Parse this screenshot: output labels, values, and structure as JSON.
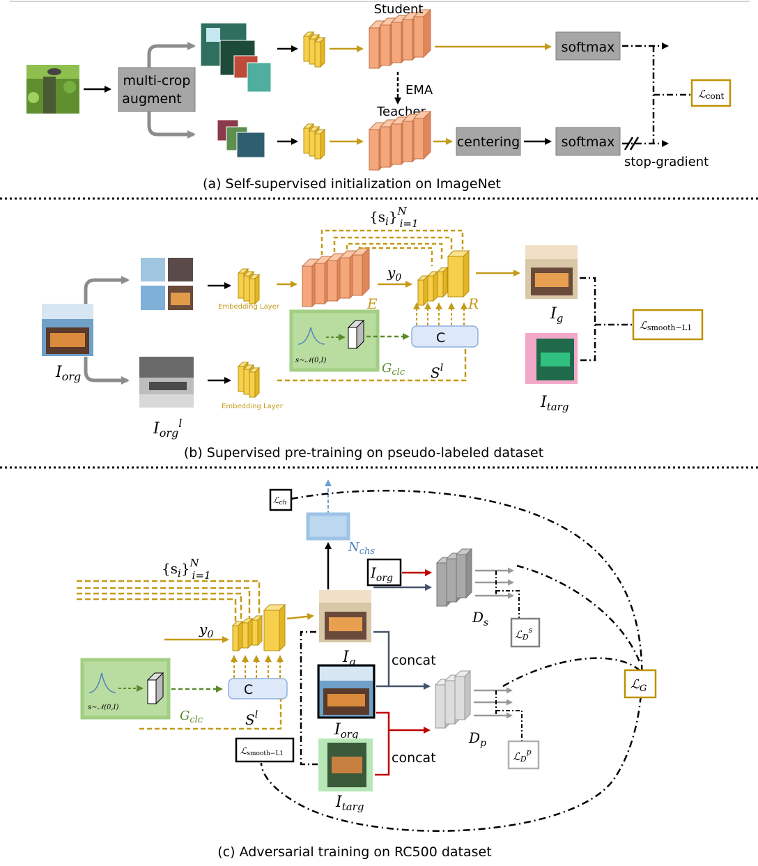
{
  "panel_a": {
    "caption": "(a) Self-supervised initialization on ImageNet",
    "student_label": "Student",
    "teacher_label": "Teacher",
    "ema_label": "EMA",
    "augment_label_1": "multi-crop",
    "augment_label_2": "augment",
    "softmax_student": "softmax",
    "softmax_teacher": "softmax",
    "centering": "centering",
    "stop_gradient": "stop-gradient",
    "loss_cont_base": "ℒ",
    "loss_cont_sub": "cont"
  },
  "panel_b": {
    "caption": "(b) Supervised pre-training on pseudo-labeled dataset",
    "style_set": "{s",
    "style_set_sub": "i",
    "style_set_close": "}",
    "style_set_sup": "N",
    "style_set_range": "i=1",
    "embedding_layer_top": "Embedding Layer",
    "embedding_layer_bottom": "Embedding Layer",
    "y0": "y",
    "y0_sub": "0",
    "encoder": "E",
    "recon": "R",
    "noise": "s∼𝒩(0,I)",
    "gclc": "G",
    "gclc_sub": "clc",
    "c_block": "C",
    "sl": "S",
    "sl_sup": "l",
    "i_org": "I",
    "i_org_sub": "org",
    "i_org_l": "I",
    "i_org_l_sub": "org",
    "i_org_l_sup": "l",
    "i_g": "I",
    "i_g_sub": "g",
    "i_targ": "I",
    "i_targ_sub": "targ",
    "loss_smooth_base": "ℒ",
    "loss_smooth_sub": "smooth−L1"
  },
  "panel_c": {
    "caption": "(c) Adversarial training on RC500 dataset",
    "loss_ch_base": "ℒ",
    "loss_ch_sub": "ch",
    "n_chs": "N",
    "n_chs_sub": "chs",
    "style_set": "{s",
    "style_set_sub": "i",
    "style_set_close": "}",
    "style_set_sup": "N",
    "style_set_range": "i=1",
    "y0": "y",
    "y0_sub": "0",
    "noise": "s∼𝒩(0,I)",
    "gclc": "G",
    "gclc_sub": "clc",
    "c_block": "C",
    "sl": "S",
    "sl_sup": "l",
    "i_org_box": "I",
    "i_org_box_sub": "org",
    "i_g": "I",
    "i_g_sub": "g",
    "i_org": "I",
    "i_org_sub": "org",
    "i_targ": "I",
    "i_targ_sub": "targ",
    "concat_1": "concat",
    "concat_2": "concat",
    "d_s": "D",
    "d_s_sub": "s",
    "d_p": "D",
    "d_p_sub": "p",
    "loss_ds_base": "ℒ",
    "loss_ds_sub": "D",
    "loss_ds_sup": "s",
    "loss_dp_base": "ℒ",
    "loss_dp_sub": "D",
    "loss_dp_sup": "p",
    "loss_g_base": "ℒ",
    "loss_g_sub": "G",
    "loss_smooth_base": "ℒ",
    "loss_smooth_sub": "smooth−L1"
  },
  "colors": {
    "gold": "#c49a18",
    "orange_block": "#f4a77a",
    "yellow_block": "#f6d04d",
    "gray_box": "#a6a6a6",
    "green_box": "#b9dca0",
    "green_arrow": "#5a8a2e",
    "blue_arrow": "#6a9fd4",
    "red_arrow": "#c00000",
    "slate_arrow": "#44546a",
    "loss_border": "#bf9000"
  }
}
